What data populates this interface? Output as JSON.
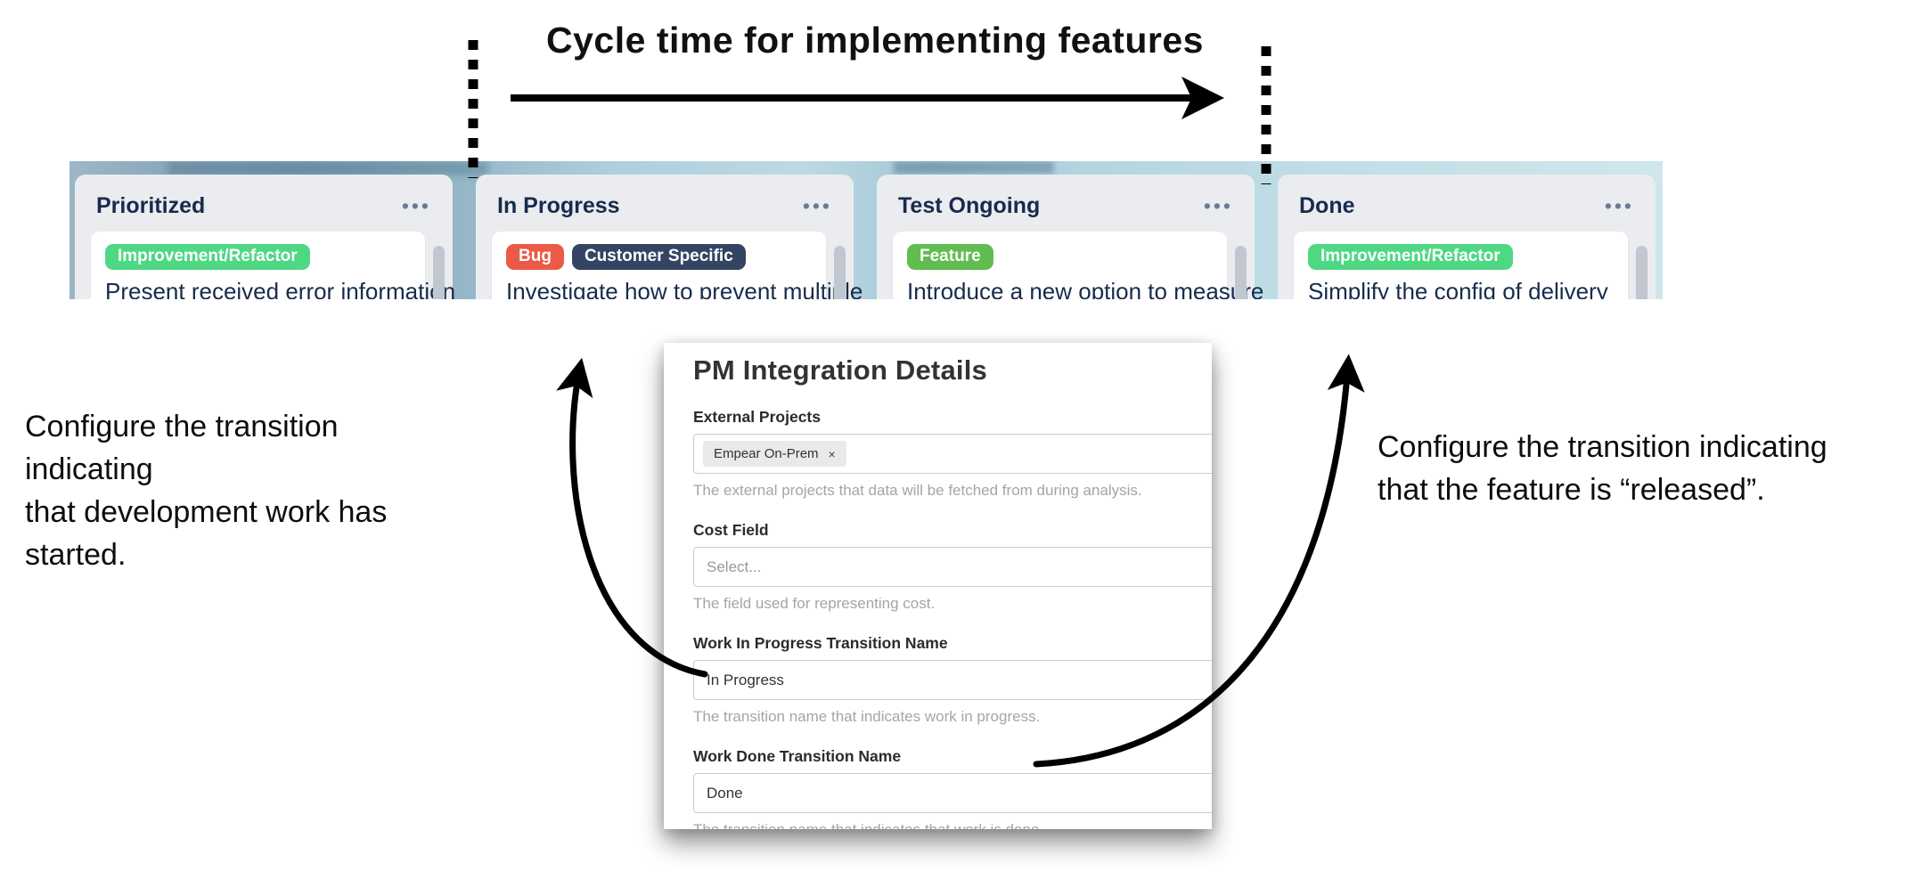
{
  "title": "Cycle time for implementing features",
  "board": {
    "menu_icon": "•••",
    "columns": [
      {
        "name": "Prioritized",
        "card": {
          "tags": [
            {
              "label": "Improvement/Refactor",
              "color": "#4fd884"
            }
          ],
          "text": "Present received error information"
        }
      },
      {
        "name": "In Progress",
        "card": {
          "tags": [
            {
              "label": "Bug",
              "color": "#eb5a46"
            },
            {
              "label": "Customer Specific",
              "color": "#344563"
            }
          ],
          "text": "Investigate how to prevent multiple"
        }
      },
      {
        "name": "Test Ongoing",
        "card": {
          "tags": [
            {
              "label": "Feature",
              "color": "#61bd4f"
            }
          ],
          "text": "Introduce a new option to measure"
        }
      },
      {
        "name": "Done",
        "card": {
          "tags": [
            {
              "label": "Improvement/Refactor",
              "color": "#4fd884"
            }
          ],
          "text": "Simplify the config of delivery"
        }
      }
    ]
  },
  "modal": {
    "title": "PM Integration Details",
    "fields": [
      {
        "label": "External Projects",
        "chip": "Empear On-Prem",
        "remove_icon": "×",
        "help": "The external projects that data will be fetched from during analysis."
      },
      {
        "label": "Cost Field",
        "placeholder": "Select...",
        "help": "The field used for representing cost."
      },
      {
        "label": "Work In Progress Transition Name",
        "value": "In Progress",
        "help": "The transition name that indicates work in progress."
      },
      {
        "label": "Work Done Transition Name",
        "value": "Done",
        "help": "The transition name that indicates that work is done."
      }
    ]
  },
  "annotations": {
    "left": {
      "line1": "Configure the transition indicating",
      "line2": "that development work has started."
    },
    "right": {
      "line1": "Configure the transition indicating",
      "line2": "that the feature is “released”."
    }
  },
  "colors": {
    "arrow": "#000000",
    "column_bg": "#ebecf0",
    "column_title": "#172b4d",
    "board_bg_blue": "#aecfdc",
    "scrollbar": "#c1c7d0"
  }
}
